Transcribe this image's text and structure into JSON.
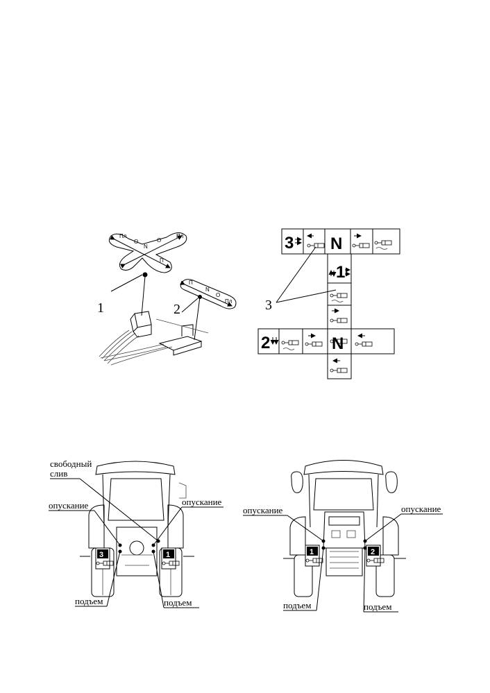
{
  "figure_top_left": {
    "lever_labels": [
      "1",
      "2"
    ],
    "pattern1": {
      "left": "Пл",
      "o1": "О",
      "n": "N",
      "o2": "О",
      "right": "Пл",
      "bottom": "П"
    },
    "pattern2": {
      "p": "П",
      "n": "N",
      "o": "О",
      "pl": "Пл"
    }
  },
  "figure_top_right": {
    "callout": "3",
    "row_top": {
      "num": "3",
      "n": "N"
    },
    "col": {
      "num": "1"
    },
    "row_bottom": {
      "num": "2",
      "n": "N"
    }
  },
  "figure_bottom_left": {
    "free_drain_line1": "свободный",
    "free_drain_line2": "слив",
    "lowering_left": "опускание",
    "lowering_right": "опускание",
    "lift_left": "подъем",
    "lift_right": "подъем",
    "badge_left": "3",
    "badge_right": "1"
  },
  "figure_bottom_right": {
    "lowering_left": "опускание",
    "lowering_right": "опускание",
    "lift_left": "подъем",
    "lift_right": "подъем",
    "badge_left": "1",
    "badge_right": "2"
  }
}
